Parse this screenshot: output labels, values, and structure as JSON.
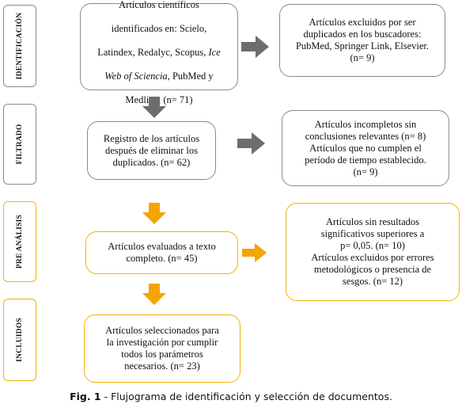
{
  "colors": {
    "gray_border": "#8a8a8a",
    "gold_border": "#f2b300",
    "gray_arrow": "#6d6d6d",
    "gold_arrow": "#f5a400"
  },
  "stages": [
    {
      "label": "IDENTIFICACIÓN"
    },
    {
      "label": "FILTRADO"
    },
    {
      "label": "PRE ANÁLISIS"
    },
    {
      "label": "INCLUIDOS"
    }
  ],
  "boxes": {
    "identified": {
      "line1": "Artículos científicos",
      "line2": "identificados en: Scielo,",
      "line3a": "Latindex, Redalyc, Scopus, ",
      "line3b": "Ice",
      "line4a": "Web of Sciencia",
      "line4b": ", PubMed y",
      "line5": "Medline. (n= 71)"
    },
    "excluded_duplicates": "Artículos excluidos por ser\nduplicados en los buscadores:\nPubMed, Springer Link, Elsevier.\n(n= 9)",
    "after_dedup": "Registro de los artículos\ndespués de eliminar los\nduplicados. (n= 62)",
    "incomplete": "Artículos incompletos sin\nconclusiones relevantes (n= 8)\nArtículos que no cumplen el\nperíodo de tiempo establecido.\n(n= 9)",
    "full_text": "Artículos evaluados a texto\ncompleto. (n= 45)",
    "no_results": "Artículos sin resultados\nsignificativos superiores a\np= 0,05. (n= 10)\nArtículos excluidos por errores\nmetodológicos o presencia de\nsesgos. (n= 12)",
    "selected": "Artículos seleccionados para\nla investigación por cumplir\ntodos los parámetros\nnecesarios. (n= 23)"
  },
  "caption": {
    "label": "Fig. 1",
    "text": " - Flujograma de identificación y selección de documentos."
  }
}
